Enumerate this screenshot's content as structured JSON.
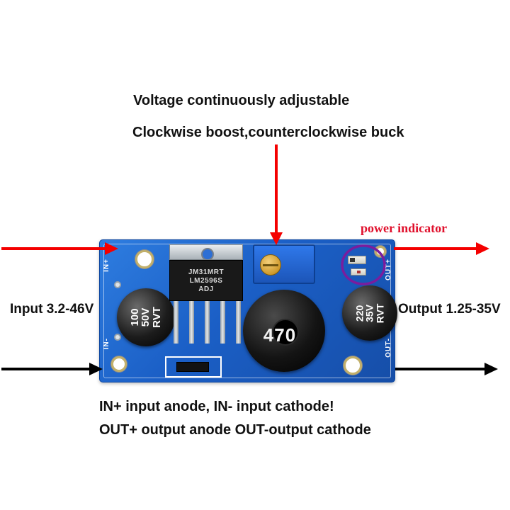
{
  "annotations": {
    "title_line1": "Voltage continuously adjustable",
    "title_line2": "Clockwise boost,counterclockwise buck",
    "power_indicator": "power indicator",
    "input": "Input 3.2-46V",
    "output": "Output 1.25-35V",
    "bottom_line1": "IN+ input anode, IN- input cathode!",
    "bottom_line2": "OUT+ output anode OUT-output cathode"
  },
  "board": {
    "silkscreen": {
      "in_plus": "IN+",
      "in_minus": "IN-",
      "out_plus": "OUT+",
      "out_minus": "OUT-"
    },
    "input_capacitor": {
      "line1": "100",
      "line2": "50V",
      "line3": "RVT"
    },
    "output_capacitor": {
      "line1": "220",
      "line2": "35V",
      "line3": "RVT"
    },
    "inductor": {
      "value": "470"
    },
    "regulator": {
      "line1": "JM31MRT",
      "line2": "LM2596S",
      "line3": "ADJ"
    }
  },
  "colors": {
    "pcb_blue": "#1b5fc6",
    "arrow_red": "#f40000",
    "annotation_red": "#e0102c",
    "indicator_ring": "#7a1d9e",
    "text_black": "#111111"
  }
}
